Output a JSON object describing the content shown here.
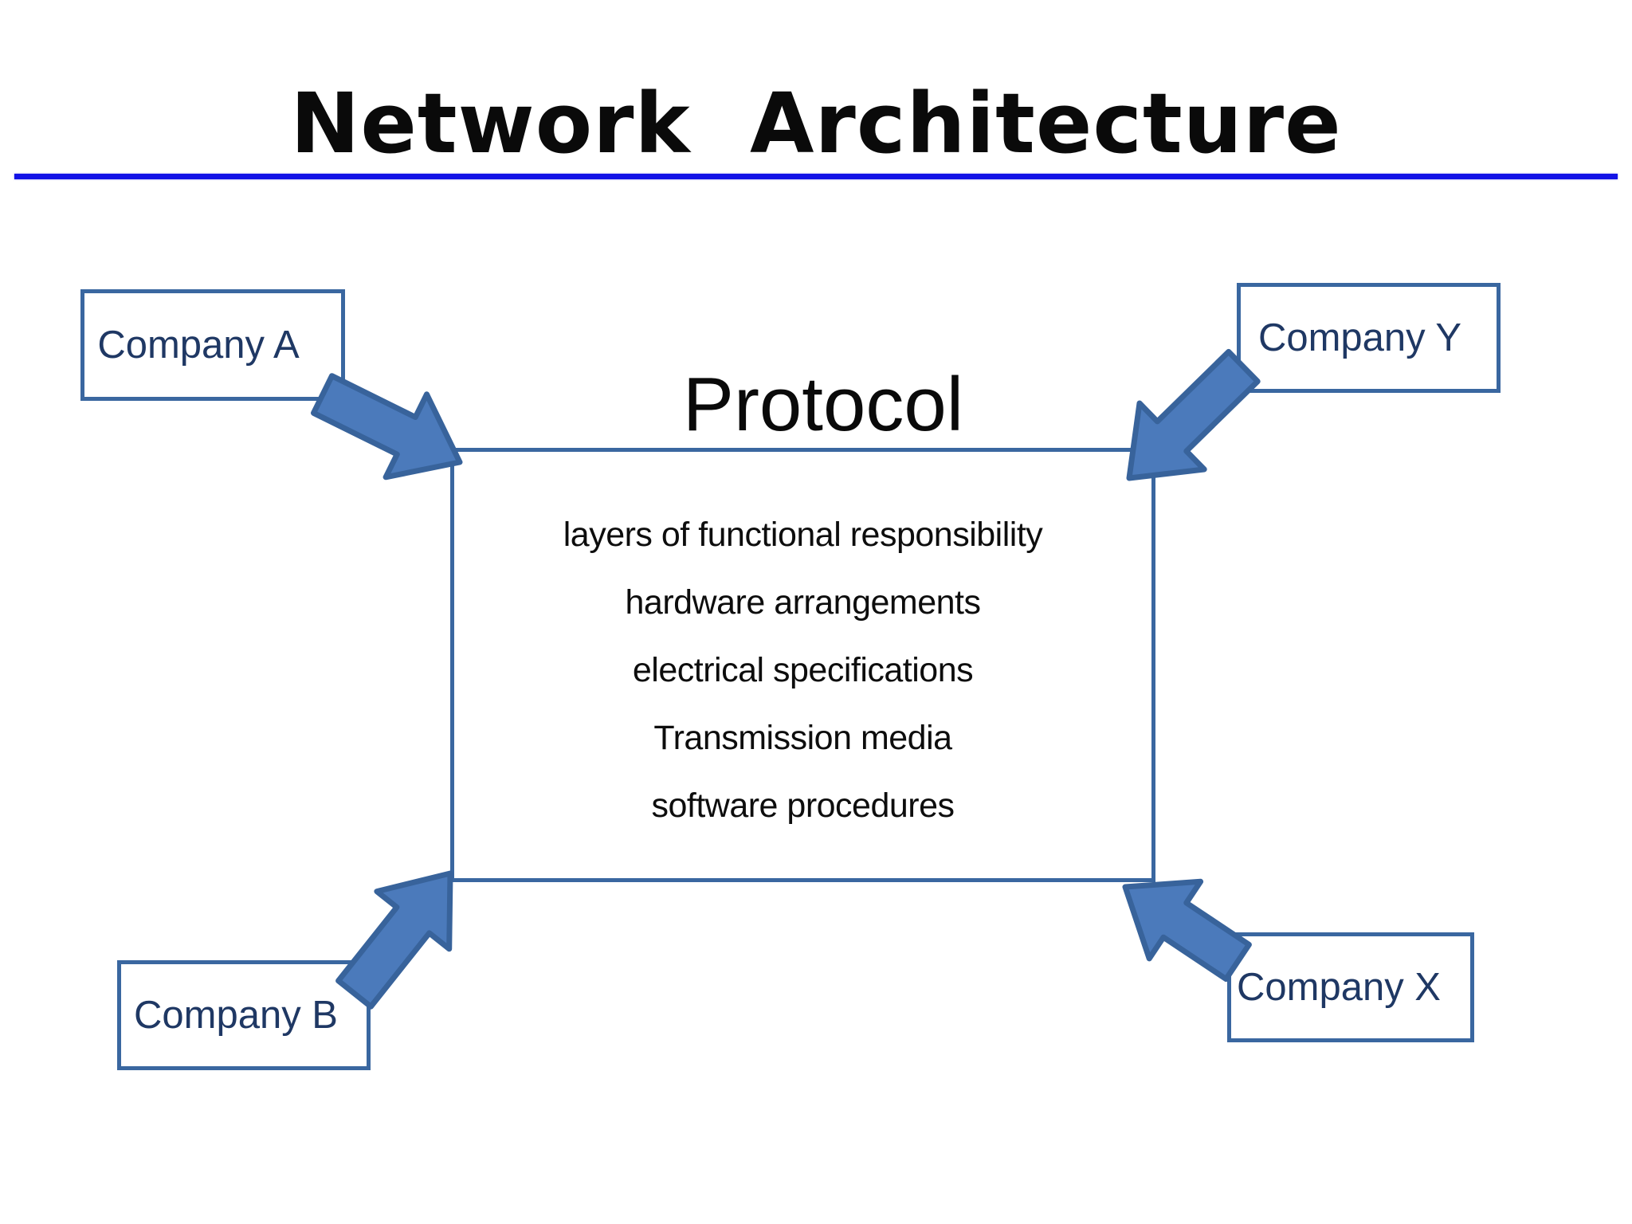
{
  "slide": {
    "title": "Network  Architecture"
  },
  "protocol": {
    "label": "Protocol",
    "items": [
      "layers of functional responsibility",
      "hardware arrangements",
      "electrical specifications",
      "Transmission media",
      "software procedures"
    ]
  },
  "companies": {
    "a": {
      "label": "Company A"
    },
    "y": {
      "label": "Company Y"
    },
    "b": {
      "label": "Company B"
    },
    "x": {
      "label": "Company X"
    }
  },
  "arrows": [
    {
      "name": "arrow-company-a-to-protocol",
      "from": "Company A",
      "to": "Protocol"
    },
    {
      "name": "arrow-company-y-to-protocol",
      "from": "Company Y",
      "to": "Protocol"
    },
    {
      "name": "arrow-company-b-to-protocol",
      "from": "Company B",
      "to": "Protocol"
    },
    {
      "name": "arrow-company-x-to-protocol",
      "from": "Company X",
      "to": "Protocol"
    }
  ],
  "colors": {
    "box_border": "#3A67A0",
    "arrow_fill": "#4B7ABB",
    "arrow_stroke": "#38639B",
    "label_text": "#1F3864",
    "title_underline": "#1313E6"
  }
}
